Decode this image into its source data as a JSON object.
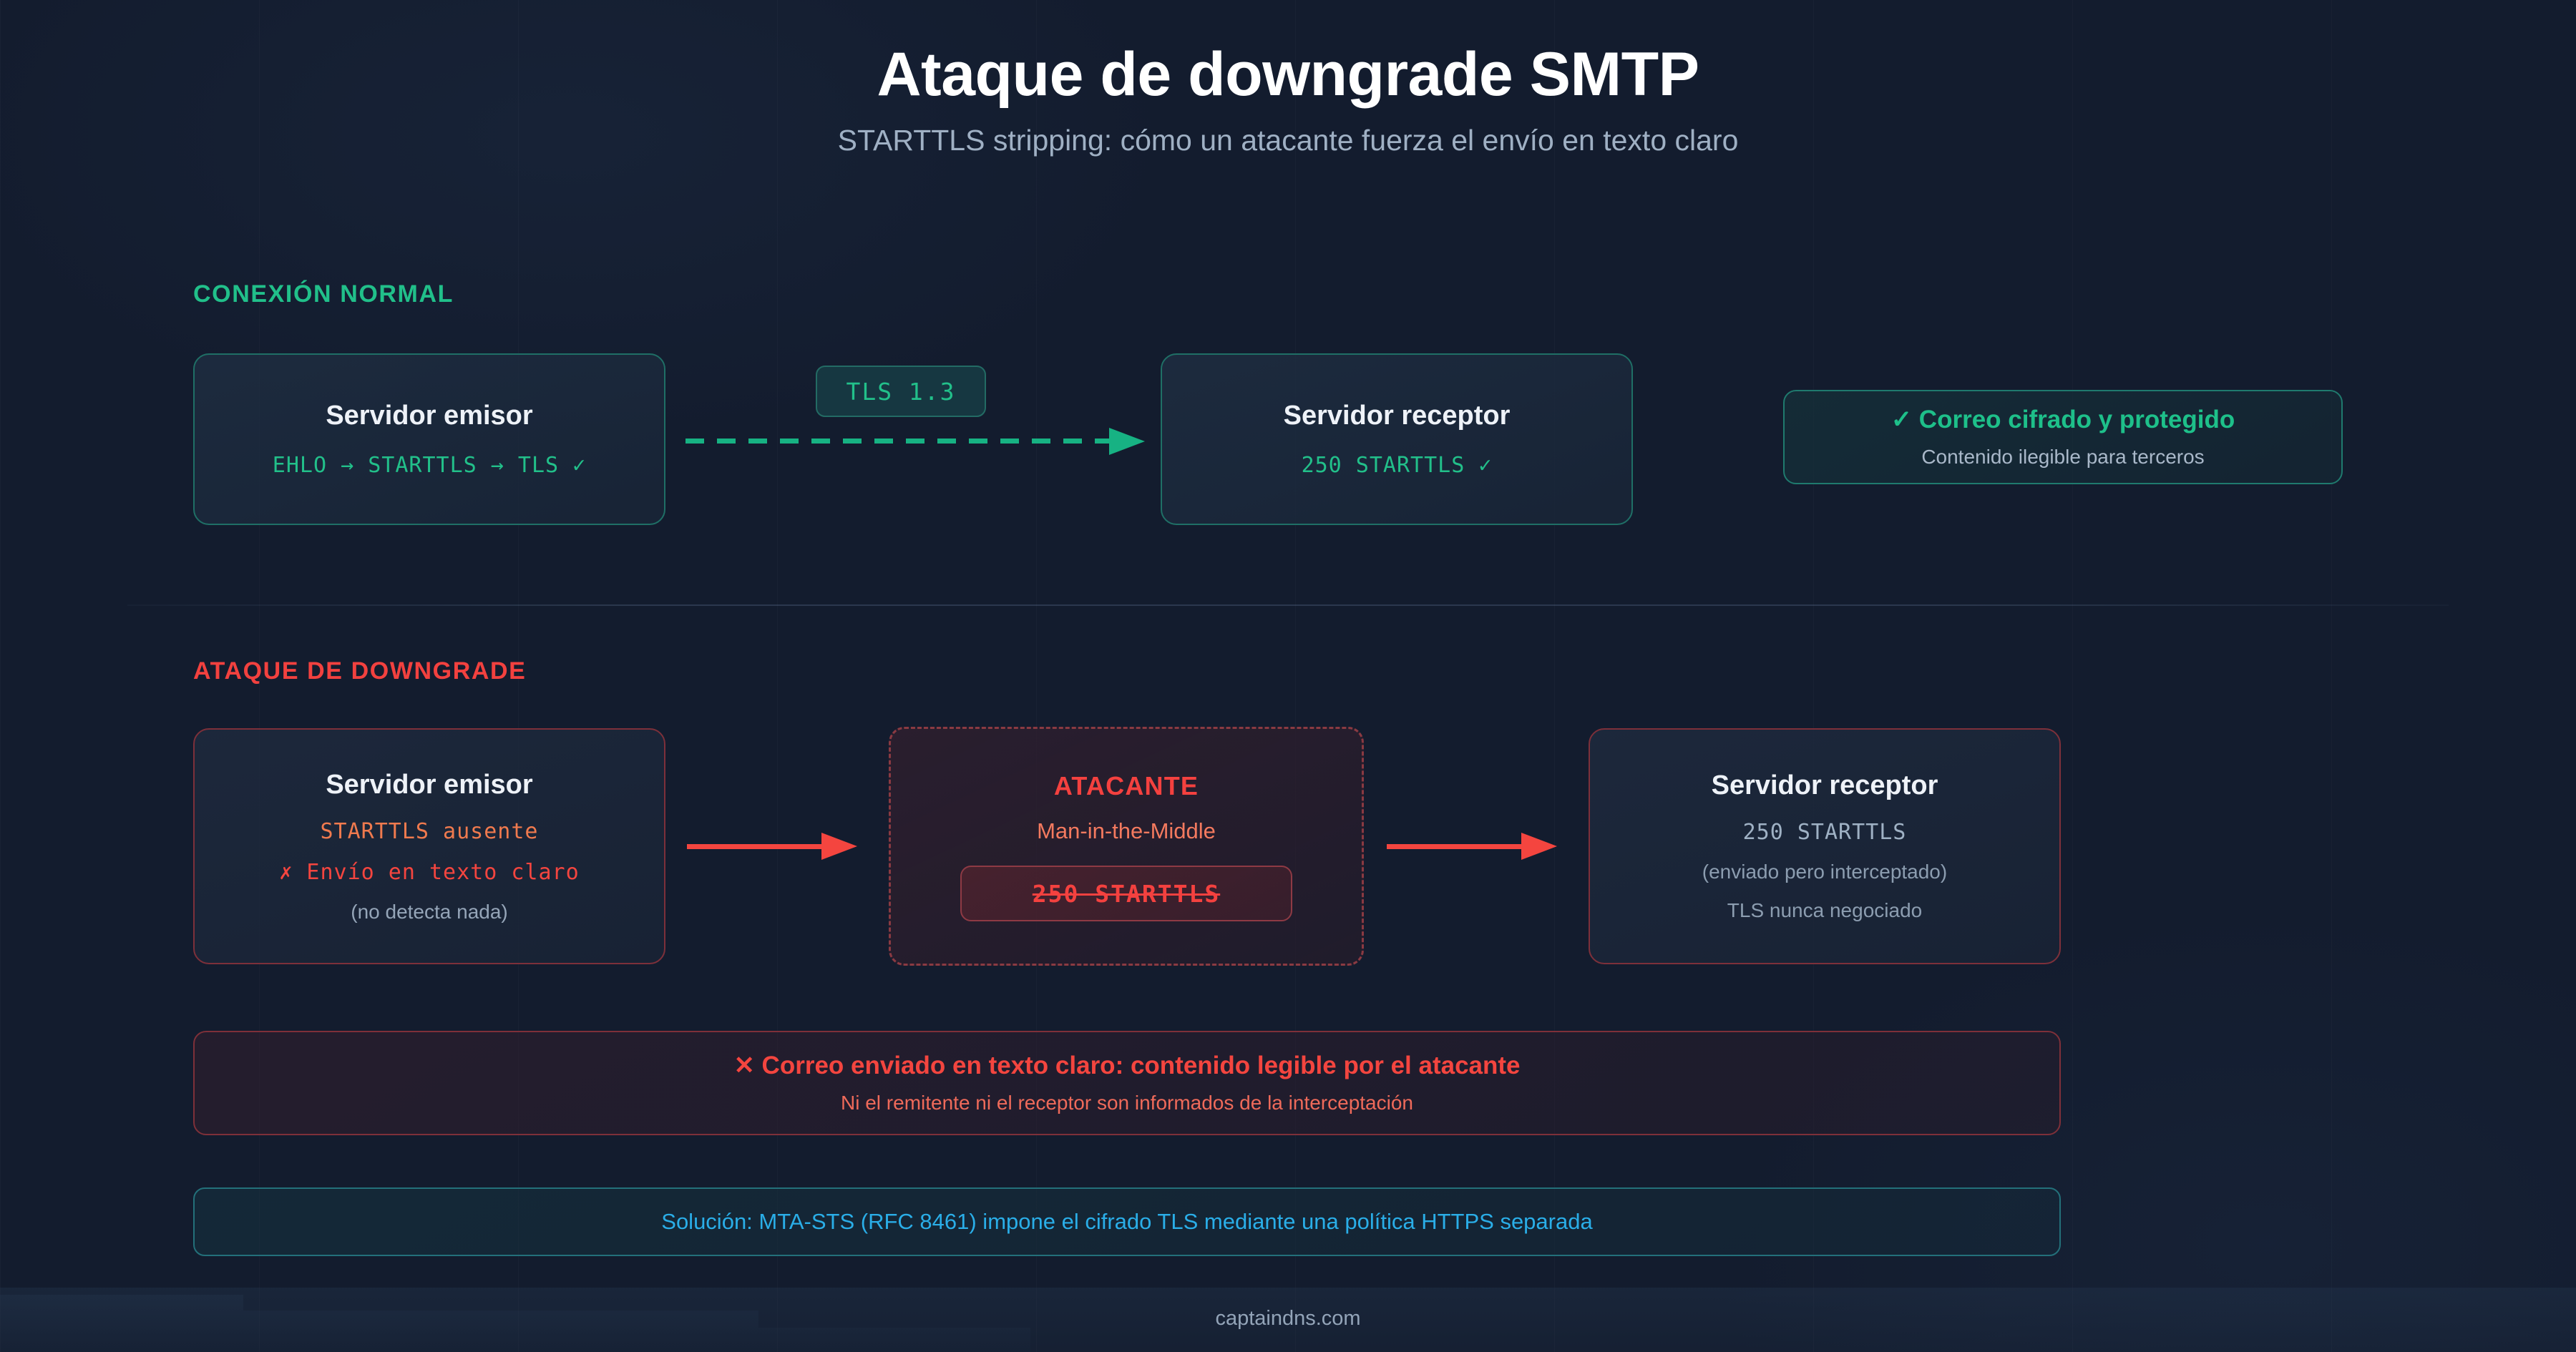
{
  "header": {
    "title": "Ataque de downgrade SMTP",
    "subtitle": "STARTTLS stripping: cómo un atacante fuerza el envío en texto claro"
  },
  "sections": {
    "normal": {
      "label": "CONEXIÓN NORMAL",
      "sender": {
        "title": "Servidor emisor",
        "detail": "EHLO → STARTTLS → TLS ✓"
      },
      "badge": "TLS 1.3",
      "receiver": {
        "title": "Servidor receptor",
        "detail": "250 STARTTLS ✓"
      },
      "result": {
        "headline": "✓ Correo cifrado y protegido",
        "subtext": "Contenido ilegible para terceros"
      }
    },
    "attack": {
      "label": "ATAQUE DE DOWNGRADE",
      "sender": {
        "title": "Servidor emisor",
        "line1": "STARTTLS ausente",
        "line2": "✗ Envío en texto claro",
        "line3": "(no detecta nada)"
      },
      "attacker": {
        "title": "ATACANTE",
        "role": "Man-in-the-Middle",
        "stripped_command": "250 STARTTLS"
      },
      "receiver": {
        "title": "Servidor receptor",
        "line1": "250 STARTTLS",
        "line2": "(enviado pero interceptado)",
        "line3": "TLS nunca negociado"
      }
    }
  },
  "warning": {
    "headline": "✕ Correo enviado en texto claro: contenido legible por el atacante",
    "subtext": "Ni el remitente ni el receptor son informados de la interceptación"
  },
  "solution": {
    "text": "Solución: MTA-STS (RFC 8461) impone el cifrado TLS mediante una política HTTPS separada"
  },
  "footer": {
    "site": "captaindns.com"
  },
  "colors": {
    "background": "#131c2e",
    "accent_green": "#22c08a",
    "accent_red": "#f4453f",
    "accent_orange": "#f07a4e",
    "accent_blue": "#2aaee8",
    "title_text": "#ffffff",
    "muted_text": "#9fb0c4"
  }
}
